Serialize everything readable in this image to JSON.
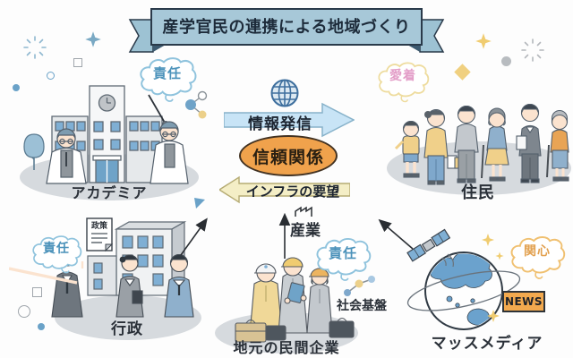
{
  "title": "産学官民の連携による地域づくり",
  "center": {
    "info_arrow_label": "情報発信",
    "trust_label": "信頼関係",
    "infra_arrow_label": "インフラの要望",
    "industry_label": "産業",
    "infrastructure_label": "社会基盤"
  },
  "groups": {
    "academia": {
      "label": "アカデミア",
      "bubble": "責任"
    },
    "residents": {
      "label": "住民",
      "bubble": "愛着"
    },
    "government": {
      "label": "行政",
      "bubble": "責任",
      "document_label": "政策"
    },
    "company": {
      "label": "地元の民間企業",
      "bubble": "責任"
    },
    "media": {
      "label": "マッスメディア",
      "bubble": "関心",
      "news_badge": "NEWS"
    }
  },
  "icons": [
    "globe-icon",
    "factory-icon",
    "network-nodes-icon",
    "molecule-icon",
    "school-building-icon",
    "government-building-icon",
    "earth-icon",
    "satellite-icon",
    "policy-document-icon",
    "sparkle-icon",
    "burst-icon",
    "tree-icon"
  ],
  "colors": {
    "ribbon_fill": "#a7c8d8",
    "ribbon_text": "#1d2b3a",
    "info_arrow_fill": "#c8e4f6",
    "trust_fill": "#f0a24c",
    "infra_arrow_fill": "#f4eec6",
    "responsibility_text": "#4b92ba",
    "attachment_text": "#e39ec8",
    "interest_text": "#e2a04e",
    "news_fill": "#f2a94e",
    "platform_fill": "#d6dade"
  }
}
